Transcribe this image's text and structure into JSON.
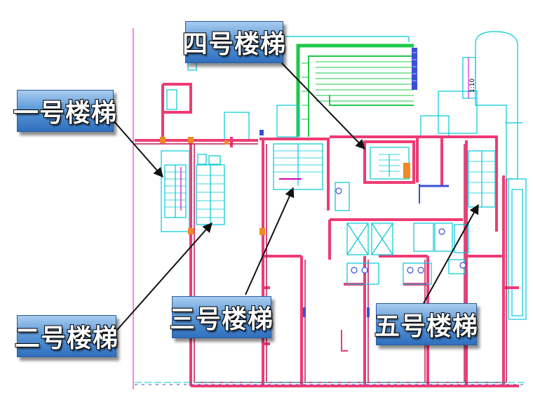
{
  "labels": {
    "stair1": "一号楼梯",
    "stair2": "二号楼梯",
    "stair3": "三号楼梯",
    "stair4": "四号楼梯",
    "stair5": "五号楼梯"
  },
  "annotations": {
    "ramp_ratio": "1:10"
  },
  "colors": {
    "wall": "#ee3b73",
    "wall_dark": "#c2185b",
    "detail": "#00c8d8",
    "green": "#1ec94a",
    "blue": "#3b4fd6",
    "orange": "#f08a24",
    "label_bg": "#4f8fd4"
  }
}
